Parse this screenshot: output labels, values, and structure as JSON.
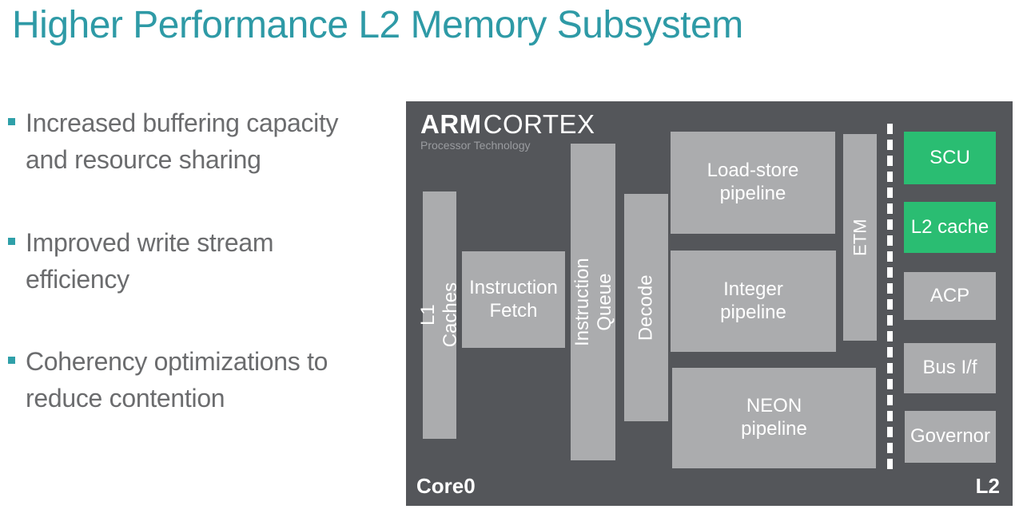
{
  "slide": {
    "title": "Higher Performance L2 Memory Subsystem",
    "bullets": [
      "Increased buffering capacity\nand resource sharing",
      "Improved write stream\nefficiency",
      "Coherency optimizations to\nreduce contention"
    ]
  },
  "diagram": {
    "logo": {
      "brand": "ARM",
      "product": "CORTEX",
      "tagline": "Processor Technology"
    },
    "blocks": {
      "l1_caches": "L1 Caches",
      "instruction_fetch": "Instruction\nFetch",
      "instruction_queue": "Instruction\nQueue",
      "decode": "Decode",
      "load_store_pipeline": "Load-store\npipeline",
      "integer_pipeline": "Integer\npipeline",
      "neon_pipeline": "NEON\npipeline",
      "etm": "ETM",
      "scu": "SCU",
      "l2_cache": "L2 cache",
      "acp": "ACP",
      "bus_interface": "Bus I/f",
      "governor": "Governor"
    },
    "labels": {
      "core": "Core0",
      "l2": "L2"
    },
    "colors": {
      "accent_teal": "#2E9AA6",
      "bullet_marker_teal": "#2FA0A9",
      "panel_gray": "#54565A",
      "block_gray": "#ABACAE",
      "highlight_green": "#2ABD72",
      "body_text_gray": "#6B6C6E"
    }
  }
}
